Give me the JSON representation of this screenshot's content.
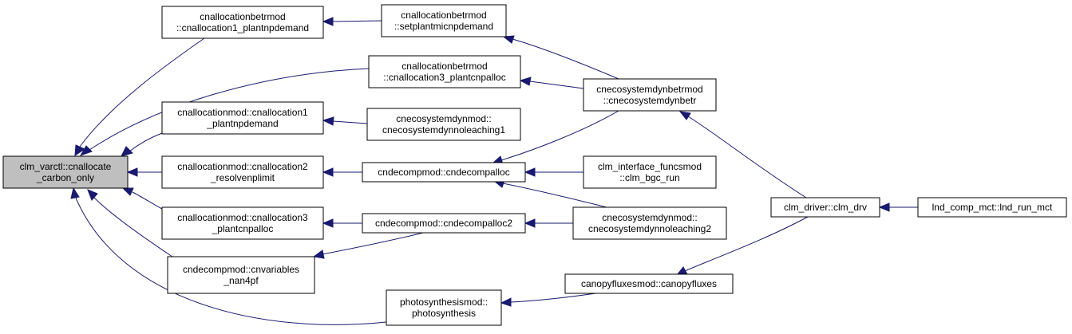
{
  "nodes": [
    {
      "id": "root",
      "lines": [
        "clm_varctl::cnallocate",
        "_carbon_only"
      ]
    },
    {
      "id": "n1",
      "lines": [
        "cnallocationbetrmod",
        "::cnallocation1_plantnpdemand"
      ]
    },
    {
      "id": "n2",
      "lines": [
        "cnallocationbetrmod",
        "::setplantmicnpdemand"
      ]
    },
    {
      "id": "n3",
      "lines": [
        "cnallocationbetrmod",
        "::cnallocation3_plantcnpalloc"
      ]
    },
    {
      "id": "n4",
      "lines": [
        "cnecosystemdynbetrmod",
        "::cnecosystemdynbetr"
      ]
    },
    {
      "id": "n5",
      "lines": [
        "cnallocationmod::cnallocation1",
        "_plantnpdemand"
      ]
    },
    {
      "id": "n6",
      "lines": [
        "cnecosystemdynmod::",
        "cnecosystemdynnoleaching1"
      ]
    },
    {
      "id": "n7",
      "lines": [
        "cnallocationmod::cnallocation2",
        "_resolvenplimit"
      ]
    },
    {
      "id": "n8",
      "lines": [
        "cndecompmod::cndecompalloc"
      ]
    },
    {
      "id": "n9",
      "lines": [
        "clm_interface_funcsmod",
        "::clm_bgc_run"
      ]
    },
    {
      "id": "n10",
      "lines": [
        "cnallocationmod::cnallocation3",
        "_plantcnpalloc"
      ]
    },
    {
      "id": "n11",
      "lines": [
        "cndecompmod::cndecompalloc2"
      ]
    },
    {
      "id": "n12",
      "lines": [
        "cnecosystemdynmod::",
        "cnecosystemdynnoleaching2"
      ]
    },
    {
      "id": "n13",
      "lines": [
        "clm_driver::clm_drv"
      ]
    },
    {
      "id": "n14",
      "lines": [
        "lnd_comp_mct::lnd_run_mct"
      ]
    },
    {
      "id": "n15",
      "lines": [
        "cndecompmod::cnvariables",
        "_nan4pf"
      ]
    },
    {
      "id": "n16",
      "lines": [
        "canopyfluxesmod::canopyfluxes"
      ]
    },
    {
      "id": "n17",
      "lines": [
        "photosynthesismod::",
        "photosynthesis"
      ]
    }
  ],
  "edges": [
    {
      "from": "n1",
      "to": "root"
    },
    {
      "from": "n3",
      "to": "root"
    },
    {
      "from": "n5",
      "to": "root"
    },
    {
      "from": "n7",
      "to": "root"
    },
    {
      "from": "n10",
      "to": "root"
    },
    {
      "from": "n15",
      "to": "root"
    },
    {
      "from": "n17",
      "to": "root"
    },
    {
      "from": "n2",
      "to": "n1"
    },
    {
      "from": "n4",
      "to": "n2"
    },
    {
      "from": "n4",
      "to": "n3"
    },
    {
      "from": "n6",
      "to": "n5"
    },
    {
      "from": "n8",
      "to": "n7"
    },
    {
      "from": "n4",
      "to": "n8"
    },
    {
      "from": "n9",
      "to": "n8"
    },
    {
      "from": "n12",
      "to": "n8"
    },
    {
      "from": "n11",
      "to": "n10"
    },
    {
      "from": "n11",
      "to": "n15"
    },
    {
      "from": "n12",
      "to": "n11"
    },
    {
      "from": "n13",
      "to": "n4"
    },
    {
      "from": "n13",
      "to": "n16"
    },
    {
      "from": "n14",
      "to": "n13"
    },
    {
      "from": "n16",
      "to": "n17"
    }
  ],
  "colors": {
    "edge": "#191970",
    "root_fill": "#bfbfbf",
    "node_fill": "#ffffff",
    "node_border": "#000000"
  }
}
